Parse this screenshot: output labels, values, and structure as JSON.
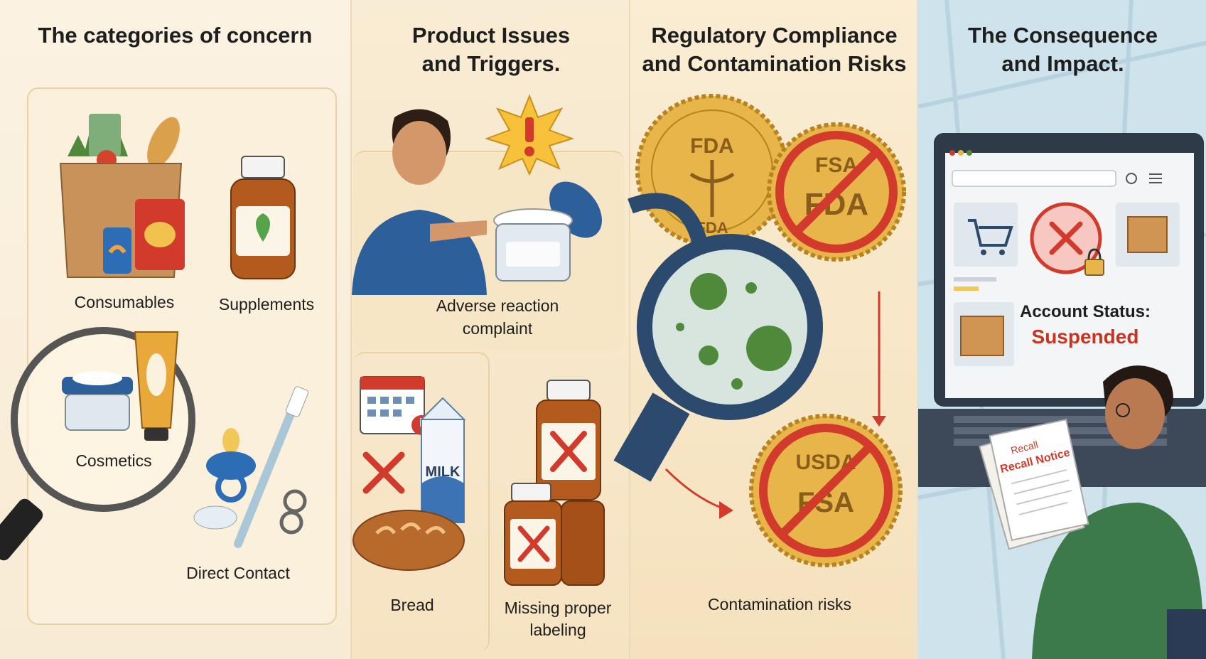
{
  "panels": {
    "categories": {
      "title": "The categories of concern",
      "labels": {
        "consumables": "Consumables",
        "supplements": "Supplements",
        "cosmetics": "Cosmetics",
        "direct_contact": "Direct Contact"
      }
    },
    "triggers": {
      "title_line1": "Product Issues",
      "title_line2": "and Triggers.",
      "labels": {
        "adverse_line1": "Adverse reaction",
        "adverse_line2": "complaint",
        "bread": "Bread",
        "labeling_line1": "Missing proper",
        "labeling_line2": "labeling",
        "milk": "MILK"
      }
    },
    "regulatory": {
      "title_line1": "Regulatory Compliance",
      "title_line2": "and Contamination Risks",
      "seals": [
        "FDA",
        "FSA",
        "FDA",
        "FDA",
        "USDA",
        "FSA"
      ],
      "caption": "Contamination risks"
    },
    "consequence": {
      "title_line1": "The Consequence",
      "title_line2": "and Impact.",
      "status_label": "Account Status:",
      "status_value": "Suspended",
      "notice_small": "Recall",
      "notice_title": "Recall Notice"
    }
  },
  "colors": {
    "warning_red": "#c93322",
    "seal_gold": "#e8b54a",
    "amber_bottle": "#b35a1f",
    "navy": "#2c4a6e"
  },
  "icons": [
    "grocery-bag-icon",
    "supplement-bottle-icon",
    "magnifier-icon",
    "cream-jar-icon",
    "pacifier-icon",
    "toothbrush-icon",
    "warning-burst-icon",
    "calendar-icon",
    "milk-carton-icon",
    "bread-icon",
    "pill-bottle-icon",
    "fda-seal-icon",
    "virus-icon",
    "cart-icon",
    "padlock-icon",
    "package-icon",
    "laptop-icon"
  ]
}
